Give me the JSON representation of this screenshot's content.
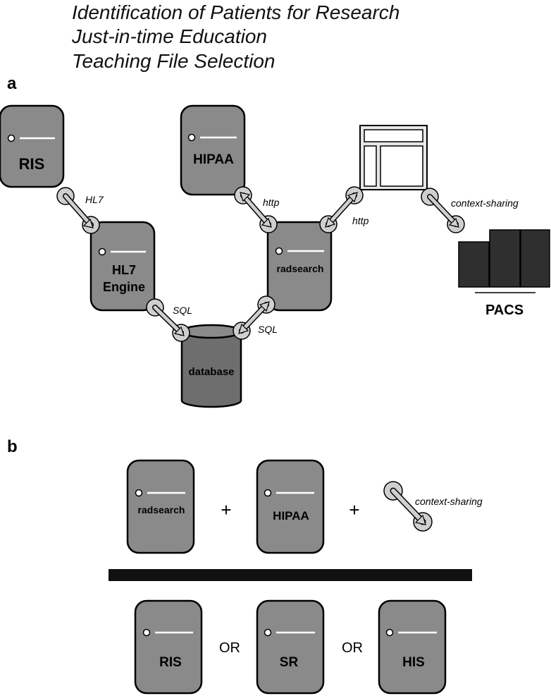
{
  "header": {
    "lines": [
      "Identification of Patients for Research",
      "Just-in-time Education",
      "Teaching File Selection"
    ]
  },
  "panel_a": {
    "label": "a",
    "servers": {
      "ris": "RIS",
      "hipaa": "HIPAA",
      "hl7_line1": "HL7",
      "hl7_line2": "Engine",
      "radsearch": "radsearch"
    },
    "database": "database",
    "pacs": "PACS",
    "connectors": {
      "ris_hl7": "HL7",
      "hipaa_radsearch": "http",
      "browser_radsearch": "http",
      "hl7_db": "SQL",
      "radsearch_db": "SQL",
      "browser_pacs": "context-sharing"
    }
  },
  "panel_b": {
    "label": "b",
    "top_servers": {
      "radsearch": "radsearch",
      "hipaa": "HIPAA"
    },
    "plus": "+",
    "connector_label": "context-sharing",
    "bottom_servers": {
      "ris": "RIS",
      "sr": "SR",
      "his": "HIS"
    },
    "or": "OR"
  },
  "colors": {
    "server_fill": "#8a8a8a",
    "outline": "#000000",
    "connector_fill": "#cfcfcf",
    "database_fill": "#6e6e6e",
    "pacs_fill": "#2f2f2f",
    "divider": "#111111"
  }
}
